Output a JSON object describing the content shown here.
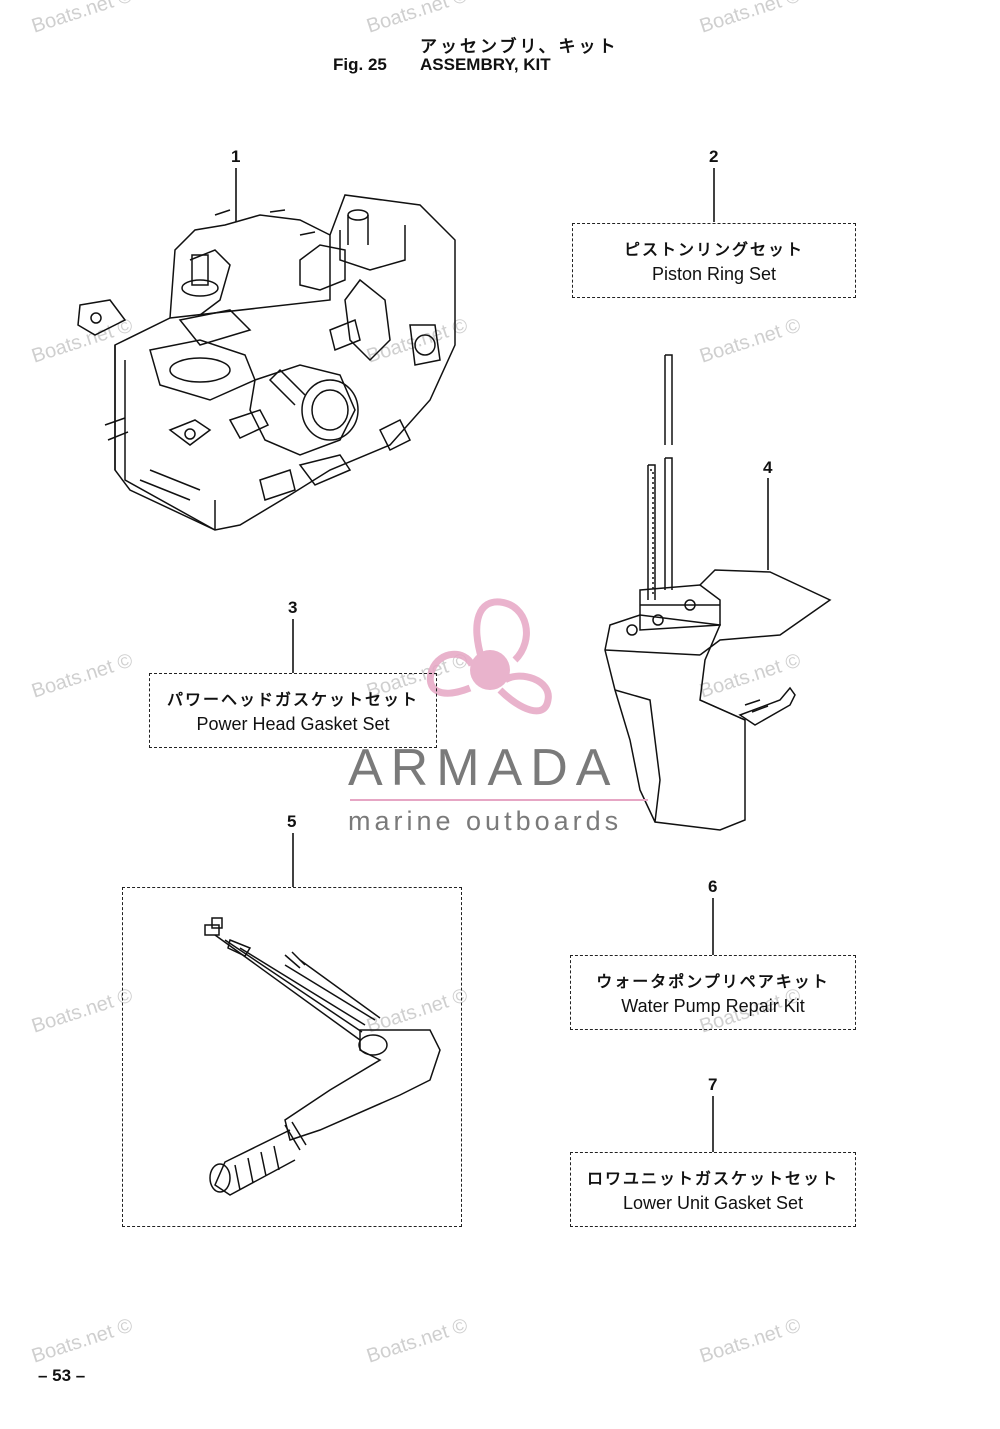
{
  "header": {
    "title_jp": "アッセンブリ、キット",
    "fig_label": "Fig. 25",
    "title_en": "ASSEMBRY, KIT"
  },
  "parts": [
    {
      "number": "1"
    },
    {
      "number": "2",
      "name_jp": "ピストンリングセット",
      "name_en": "Piston Ring Set"
    },
    {
      "number": "3",
      "name_jp": "パワーヘッドガスケットセット",
      "name_en": "Power Head Gasket Set"
    },
    {
      "number": "4"
    },
    {
      "number": "5"
    },
    {
      "number": "6",
      "name_jp": "ウォータポンプリペアキット",
      "name_en": "Water Pump Repair Kit"
    },
    {
      "number": "7",
      "name_jp": "ロワユニットガスケットセット",
      "name_en": "Lower Unit Gasket Set"
    }
  ],
  "watermark": {
    "text": "Boats.net ©"
  },
  "logo": {
    "name": "ARMADA",
    "tagline": "marine outboards",
    "accent_color": "#e6a6c4",
    "text_color": "#7a7a7a"
  },
  "footer": {
    "page": "– 53 –"
  }
}
